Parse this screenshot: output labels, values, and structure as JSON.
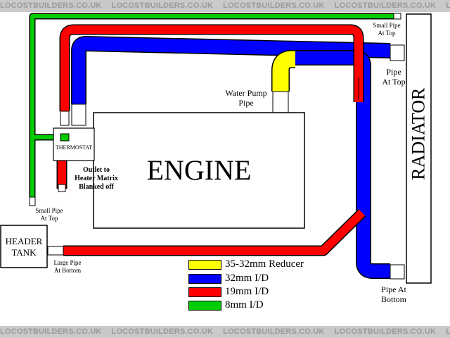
{
  "watermark": {
    "text": "LOCOSTBUILDERS.CO.UK"
  },
  "colors": {
    "reducer": "#ffff00",
    "pipe_32": "#0000ff",
    "pipe_19": "#ff0000",
    "pipe_8": "#00cc00"
  },
  "components": {
    "engine": "ENGINE",
    "radiator": "RADIATOR",
    "thermostat": "THERMOSTAT",
    "header_tank_line1": "HEADER",
    "header_tank_line2": "TANK"
  },
  "labels": {
    "small_pipe_top_radiator_1": "Small Pipe",
    "small_pipe_top_radiator_2": "At Top",
    "pipe_at_top_1": "Pipe",
    "pipe_at_top_2": "At Top",
    "water_pump_1": "Water Pump",
    "water_pump_2": "Pipe",
    "outlet_1": "Outlet to",
    "outlet_2": "Heater Matrix",
    "outlet_3": "Blanked off",
    "small_pipe_top_tank_1": "Small Pipe",
    "small_pipe_top_tank_2": "At Top",
    "large_pipe_bottom_1": "Large Pipe",
    "large_pipe_bottom_2": "At Bottom",
    "pipe_at_bottom_1": "Pipe At",
    "pipe_at_bottom_2": "Bottom"
  },
  "legend": [
    {
      "label": "35-32mm Reducer",
      "color": "#ffff00"
    },
    {
      "label": "32mm I/D",
      "color": "#0000ff"
    },
    {
      "label": "19mm I/D",
      "color": "#ff0000"
    },
    {
      "label": "8mm I/D",
      "color": "#00cc00"
    }
  ]
}
